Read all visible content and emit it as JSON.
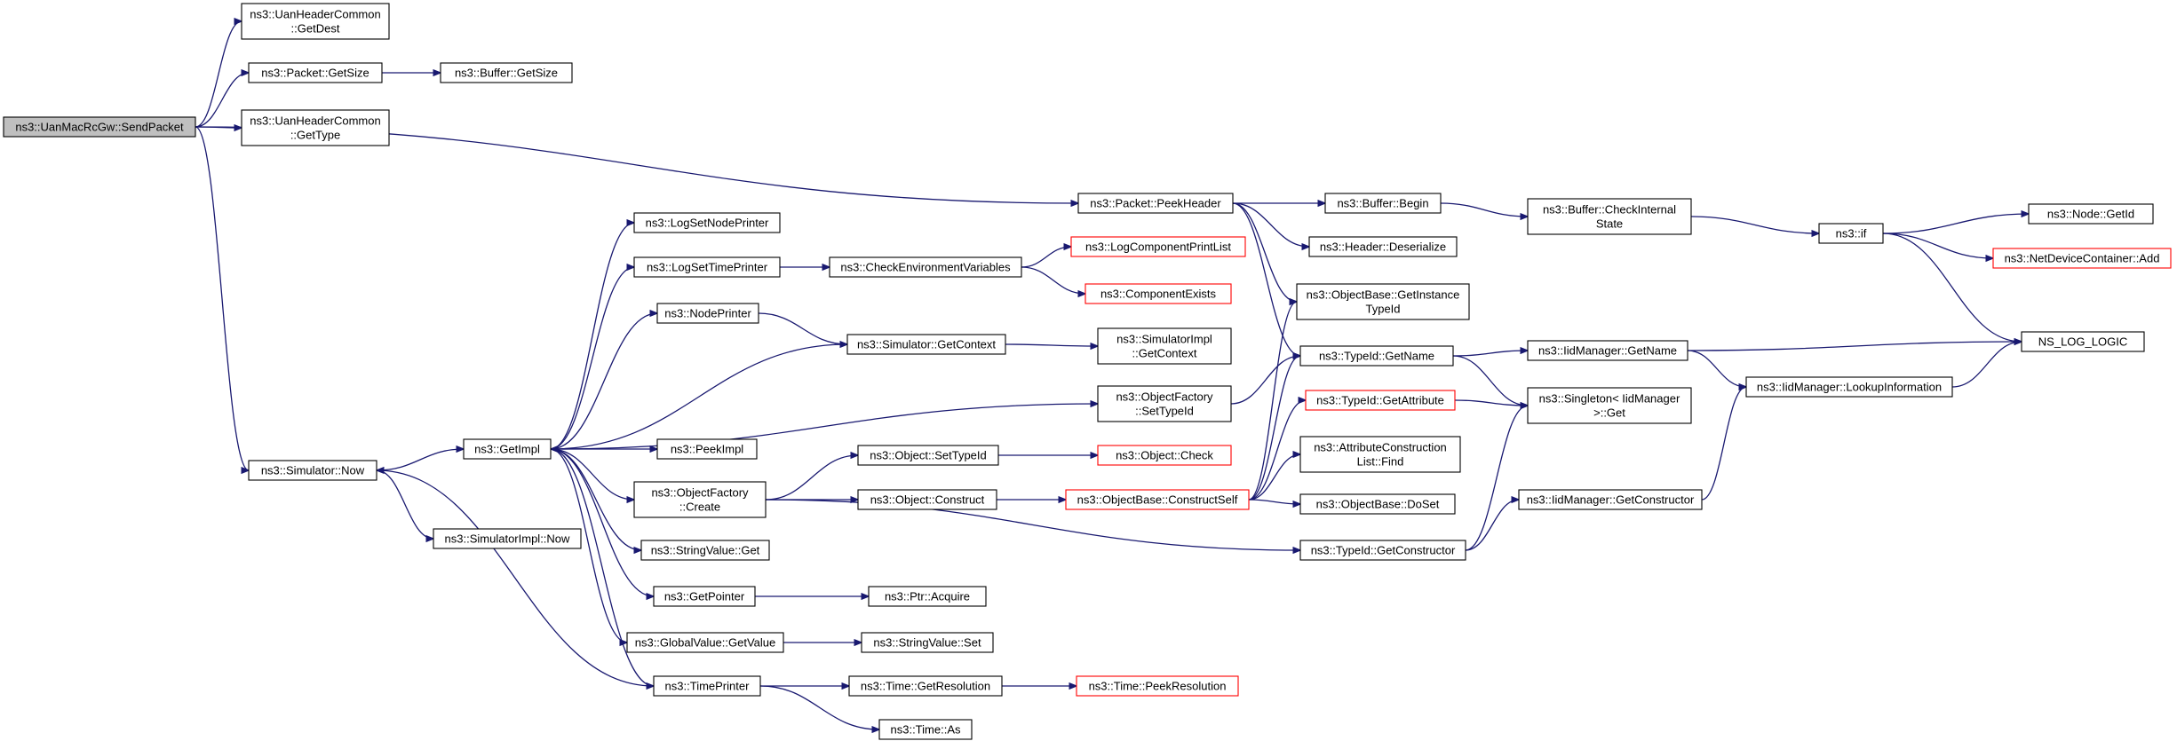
{
  "diagram": {
    "type": "call-graph",
    "colors": {
      "edge": "#191970",
      "node_border": "#000000",
      "truncated_node_border": "#ff0000",
      "root_fill": "#bfbfbf",
      "node_fill": "#ffffff"
    },
    "nodes": [
      {
        "id": "sendpacket",
        "lines": [
          "ns3::UanMacRcGw::SendPacket"
        ],
        "root": true
      },
      {
        "id": "uhc_getdest",
        "lines": [
          "ns3::UanHeaderCommon",
          "::GetDest"
        ]
      },
      {
        "id": "packet_getsize",
        "lines": [
          "ns3::Packet::GetSize"
        ]
      },
      {
        "id": "buffer_getsize",
        "lines": [
          "ns3::Buffer::GetSize"
        ]
      },
      {
        "id": "uhc_gettype",
        "lines": [
          "ns3::UanHeaderCommon",
          "::GetType"
        ]
      },
      {
        "id": "packet_peekheader",
        "lines": [
          "ns3::Packet::PeekHeader"
        ]
      },
      {
        "id": "buffer_begin",
        "lines": [
          "ns3::Buffer::Begin"
        ]
      },
      {
        "id": "buffer_checkinternal",
        "lines": [
          "ns3::Buffer::CheckInternal",
          "State"
        ]
      },
      {
        "id": "ns3_if",
        "lines": [
          "ns3::if"
        ]
      },
      {
        "id": "node_getid",
        "lines": [
          "ns3::Node::GetId"
        ]
      },
      {
        "id": "ndc_add",
        "lines": [
          "ns3::NetDeviceContainer::Add"
        ],
        "truncated": true
      },
      {
        "id": "ns_log_logic",
        "lines": [
          "NS_LOG_LOGIC"
        ]
      },
      {
        "id": "header_deserialize",
        "lines": [
          "ns3::Header::Deserialize"
        ]
      },
      {
        "id": "objbase_getinstancetypeid",
        "lines": [
          "ns3::ObjectBase::GetInstance",
          "TypeId"
        ]
      },
      {
        "id": "typeid_getname",
        "lines": [
          "ns3::TypeId::GetName"
        ]
      },
      {
        "id": "iidmgr_getname",
        "lines": [
          "ns3::IidManager::GetName"
        ]
      },
      {
        "id": "iidmgr_lookupinfo",
        "lines": [
          "ns3::IidManager::LookupInformation"
        ]
      },
      {
        "id": "singleton_get",
        "lines": [
          "ns3::Singleton< IidManager",
          ">::Get"
        ]
      },
      {
        "id": "typeid_getattribute",
        "lines": [
          "ns3::TypeId::GetAttribute"
        ],
        "truncated": true
      },
      {
        "id": "attrconstlist_find",
        "lines": [
          "ns3::AttributeConstruction",
          "List::Find"
        ]
      },
      {
        "id": "objbase_doset",
        "lines": [
          "ns3::ObjectBase::DoSet"
        ]
      },
      {
        "id": "typeid_getconstructor",
        "lines": [
          "ns3::TypeId::GetConstructor"
        ]
      },
      {
        "id": "iidmgr_getconstructor",
        "lines": [
          "ns3::IidManager::GetConstructor"
        ]
      },
      {
        "id": "simulator_now",
        "lines": [
          "ns3::Simulator::Now"
        ]
      },
      {
        "id": "simimpl_now",
        "lines": [
          "ns3::SimulatorImpl::Now"
        ]
      },
      {
        "id": "getimpl",
        "lines": [
          "ns3::GetImpl"
        ]
      },
      {
        "id": "logsetnodeprinter",
        "lines": [
          "ns3::LogSetNodePrinter"
        ]
      },
      {
        "id": "logsettimeprinter",
        "lines": [
          "ns3::LogSetTimePrinter"
        ]
      },
      {
        "id": "checkenvvars",
        "lines": [
          "ns3::CheckEnvironmentVariables"
        ]
      },
      {
        "id": "logcomponentprintlist",
        "lines": [
          "ns3::LogComponentPrintList"
        ],
        "truncated": true
      },
      {
        "id": "componentexists",
        "lines": [
          "ns3::ComponentExists"
        ],
        "truncated": true
      },
      {
        "id": "nodeprinter",
        "lines": [
          "ns3::NodePrinter"
        ]
      },
      {
        "id": "simulator_getcontext",
        "lines": [
          "ns3::Simulator::GetContext"
        ]
      },
      {
        "id": "simimpl_getcontext",
        "lines": [
          "ns3::SimulatorImpl",
          "::GetContext"
        ]
      },
      {
        "id": "objfactory_settypeid",
        "lines": [
          "ns3::ObjectFactory",
          "::SetTypeId"
        ]
      },
      {
        "id": "peekimpl",
        "lines": [
          "ns3::PeekImpl"
        ]
      },
      {
        "id": "objfactory_create",
        "lines": [
          "ns3::ObjectFactory",
          "::Create"
        ]
      },
      {
        "id": "object_settypeid",
        "lines": [
          "ns3::Object::SetTypeId"
        ]
      },
      {
        "id": "object_check",
        "lines": [
          "ns3::Object::Check"
        ],
        "truncated": true
      },
      {
        "id": "object_construct",
        "lines": [
          "ns3::Object::Construct"
        ]
      },
      {
        "id": "objbase_constructself",
        "lines": [
          "ns3::ObjectBase::ConstructSelf"
        ],
        "truncated": true
      },
      {
        "id": "stringvalue_get",
        "lines": [
          "ns3::StringValue::Get"
        ]
      },
      {
        "id": "getpointer",
        "lines": [
          "ns3::GetPointer"
        ]
      },
      {
        "id": "ptr_acquire",
        "lines": [
          "ns3::Ptr::Acquire"
        ]
      },
      {
        "id": "globalvalue_getvalue",
        "lines": [
          "ns3::GlobalValue::GetValue"
        ]
      },
      {
        "id": "stringvalue_set",
        "lines": [
          "ns3::StringValue::Set"
        ]
      },
      {
        "id": "timeprinter",
        "lines": [
          "ns3::TimePrinter"
        ]
      },
      {
        "id": "time_getresolution",
        "lines": [
          "ns3::Time::GetResolution"
        ]
      },
      {
        "id": "time_peekresolution",
        "lines": [
          "ns3::Time::PeekResolution"
        ],
        "truncated": true
      },
      {
        "id": "time_as",
        "lines": [
          "ns3::Time::As"
        ]
      }
    ],
    "edges": [
      {
        "from": "sendpacket",
        "to": "uhc_getdest"
      },
      {
        "from": "sendpacket",
        "to": "packet_getsize"
      },
      {
        "from": "sendpacket",
        "to": "uhc_gettype"
      },
      {
        "from": "sendpacket",
        "to": "packet_peekheader"
      },
      {
        "from": "sendpacket",
        "to": "simulator_now"
      },
      {
        "from": "packet_getsize",
        "to": "buffer_getsize"
      },
      {
        "from": "packet_peekheader",
        "to": "buffer_begin"
      },
      {
        "from": "packet_peekheader",
        "to": "header_deserialize"
      },
      {
        "from": "packet_peekheader",
        "to": "objbase_getinstancetypeid"
      },
      {
        "from": "packet_peekheader",
        "to": "typeid_getname"
      },
      {
        "from": "buffer_begin",
        "to": "buffer_checkinternal"
      },
      {
        "from": "buffer_checkinternal",
        "to": "ns3_if"
      },
      {
        "from": "ns3_if",
        "to": "node_getid"
      },
      {
        "from": "ns3_if",
        "to": "ndc_add"
      },
      {
        "from": "ns3_if",
        "to": "ns_log_logic"
      },
      {
        "from": "typeid_getname",
        "to": "iidmgr_getname"
      },
      {
        "from": "typeid_getname",
        "to": "singleton_get"
      },
      {
        "from": "iidmgr_getname",
        "to": "ns_log_logic"
      },
      {
        "from": "iidmgr_getname",
        "to": "iidmgr_lookupinfo"
      },
      {
        "from": "iidmgr_lookupinfo",
        "to": "ns_log_logic"
      },
      {
        "from": "typeid_getattribute",
        "to": "singleton_get"
      },
      {
        "from": "typeid_getconstructor",
        "to": "singleton_get"
      },
      {
        "from": "typeid_getconstructor",
        "to": "iidmgr_getconstructor"
      },
      {
        "from": "iidmgr_getconstructor",
        "to": "iidmgr_lookupinfo"
      },
      {
        "from": "simulator_now",
        "to": "getimpl"
      },
      {
        "from": "simulator_now",
        "to": "simimpl_now"
      },
      {
        "from": "getimpl",
        "to": "logsetnodeprinter"
      },
      {
        "from": "getimpl",
        "to": "logsettimeprinter"
      },
      {
        "from": "getimpl",
        "to": "nodeprinter"
      },
      {
        "from": "getimpl",
        "to": "objfactory_settypeid"
      },
      {
        "from": "getimpl",
        "to": "peekimpl"
      },
      {
        "from": "getimpl",
        "to": "objfactory_create"
      },
      {
        "from": "getimpl",
        "to": "stringvalue_get"
      },
      {
        "from": "getimpl",
        "to": "getpointer"
      },
      {
        "from": "getimpl",
        "to": "globalvalue_getvalue"
      },
      {
        "from": "getimpl",
        "to": "timeprinter"
      },
      {
        "from": "logsettimeprinter",
        "to": "checkenvvars"
      },
      {
        "from": "checkenvvars",
        "to": "logcomponentprintlist"
      },
      {
        "from": "checkenvvars",
        "to": "componentexists"
      },
      {
        "from": "nodeprinter",
        "to": "simulator_getcontext"
      },
      {
        "from": "simulator_getcontext",
        "to": "getimpl"
      },
      {
        "from": "simulator_getcontext",
        "to": "simimpl_getcontext"
      },
      {
        "from": "objfactory_settypeid",
        "to": "typeid_getname"
      },
      {
        "from": "objfactory_create",
        "to": "object_settypeid"
      },
      {
        "from": "objfactory_create",
        "to": "object_construct"
      },
      {
        "from": "objfactory_create",
        "to": "typeid_getconstructor"
      },
      {
        "from": "object_settypeid",
        "to": "object_check"
      },
      {
        "from": "object_construct",
        "to": "objbase_constructself"
      },
      {
        "from": "objbase_constructself",
        "to": "objbase_getinstancetypeid"
      },
      {
        "from": "objbase_constructself",
        "to": "typeid_getname"
      },
      {
        "from": "objbase_constructself",
        "to": "typeid_getattribute"
      },
      {
        "from": "objbase_constructself",
        "to": "attrconstlist_find"
      },
      {
        "from": "objbase_constructself",
        "to": "objbase_doset"
      },
      {
        "from": "getpointer",
        "to": "ptr_acquire"
      },
      {
        "from": "globalvalue_getvalue",
        "to": "stringvalue_set"
      },
      {
        "from": "timeprinter",
        "to": "simulator_now"
      },
      {
        "from": "timeprinter",
        "to": "time_getresolution"
      },
      {
        "from": "timeprinter",
        "to": "time_as"
      },
      {
        "from": "time_getresolution",
        "to": "time_peekresolution"
      }
    ]
  }
}
